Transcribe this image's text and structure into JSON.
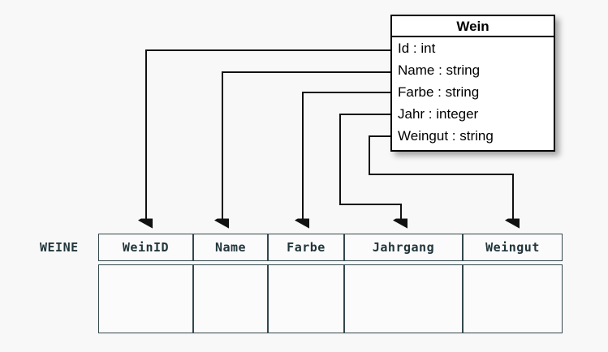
{
  "diagram": {
    "background_color": "#f8f8f8",
    "line_color": "#111111",
    "table_border_color": "#34484d"
  },
  "class_box": {
    "name": "class-wein",
    "title": "Wein",
    "attributes": [
      {
        "text": "Id : int",
        "field": "Id",
        "type": "int"
      },
      {
        "text": "Name : string",
        "field": "Name",
        "type": "string"
      },
      {
        "text": "Farbe : string",
        "field": "Farbe",
        "type": "string"
      },
      {
        "text": "Jahr : integer",
        "field": "Jahr",
        "type": "integer"
      },
      {
        "text": "Weingut : string",
        "field": "Weingut",
        "type": "string"
      }
    ]
  },
  "relation": {
    "label": "WEINE",
    "columns": [
      {
        "header": "WeinID"
      },
      {
        "header": "Name"
      },
      {
        "header": "Farbe"
      },
      {
        "header": "Jahrgang"
      },
      {
        "header": "Weingut"
      }
    ],
    "rows": [
      [
        "",
        "",
        "",
        "",
        ""
      ]
    ]
  },
  "mappings": [
    {
      "from": "Id",
      "to": "WeinID",
      "arrow": "down-arrow-icon"
    },
    {
      "from": "Name",
      "to": "Name",
      "arrow": "down-arrow-icon"
    },
    {
      "from": "Farbe",
      "to": "Farbe",
      "arrow": "down-arrow-icon"
    },
    {
      "from": "Jahr",
      "to": "Jahrgang",
      "arrow": "down-arrow-icon"
    },
    {
      "from": "Weingut",
      "to": "Weingut",
      "arrow": "down-arrow-icon"
    }
  ]
}
